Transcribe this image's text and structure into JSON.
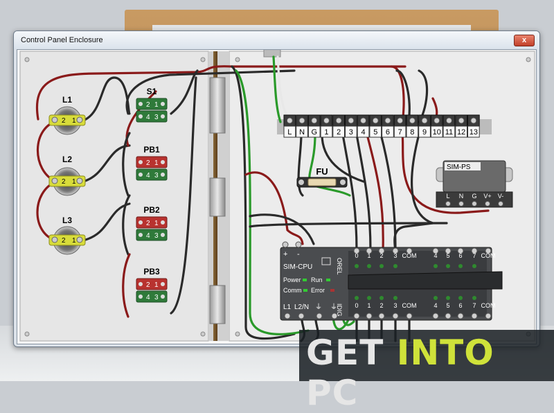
{
  "window": {
    "title": "Control Panel Enclosure",
    "close_label": "x"
  },
  "lights": [
    {
      "label": "L1"
    },
    {
      "label": "L2"
    },
    {
      "label": "L3"
    }
  ],
  "light_terminals": [
    "2",
    "1"
  ],
  "switches": [
    {
      "label": "S1",
      "top": [
        "2",
        "1"
      ],
      "bottom": [
        "4",
        "3"
      ],
      "top_color": "#2f7a3a"
    },
    {
      "label": "PB1",
      "top": [
        "2",
        "1"
      ],
      "bottom": [
        "4",
        "3"
      ],
      "top_color": "#b8322f"
    },
    {
      "label": "PB2",
      "top": [
        "2",
        "1"
      ],
      "bottom": [
        "4",
        "3"
      ],
      "top_color": "#b8322f"
    },
    {
      "label": "PB3",
      "top": [
        "2",
        "1"
      ],
      "bottom": [
        "4",
        "3"
      ],
      "top_color": "#b8322f"
    }
  ],
  "terminal_strip": [
    "L",
    "N",
    "G",
    "1",
    "2",
    "3",
    "4",
    "5",
    "6",
    "7",
    "8",
    "9",
    "10",
    "11",
    "12",
    "13"
  ],
  "fuse": {
    "label": "FU"
  },
  "power_supply": {
    "label": "SIM-PS",
    "terminals": [
      "L",
      "N",
      "G",
      "V+",
      "V-"
    ]
  },
  "plc": {
    "terminals_power": [
      "+",
      "-"
    ],
    "model": "SIM-CPU",
    "indicators": [
      {
        "label": "Power"
      },
      {
        "label": "Run"
      },
      {
        "label": "Comm"
      },
      {
        "label": "Error"
      }
    ],
    "output_label": "OREL",
    "output_terminals": [
      "0",
      "1",
      "2",
      "3",
      "COM",
      "4",
      "5",
      "6",
      "7",
      "COM"
    ],
    "input_label": "IDIG",
    "input_terminals": [
      "0",
      "1",
      "2",
      "3",
      "COM",
      "4",
      "5",
      "6",
      "7",
      "COM"
    ],
    "power_terminals": [
      "L1",
      "L2/N"
    ]
  },
  "watermark": {
    "part1": "GET",
    "part2": "INTO",
    "part3": "PC"
  },
  "colors": {
    "wire_red": "#8a1a1a",
    "wire_black": "#222222",
    "wire_green": "#2a9a2a",
    "wire_white": "#e8e8e8",
    "light_yellow": "#d8dc3a",
    "panel": "#4a4c4f"
  }
}
